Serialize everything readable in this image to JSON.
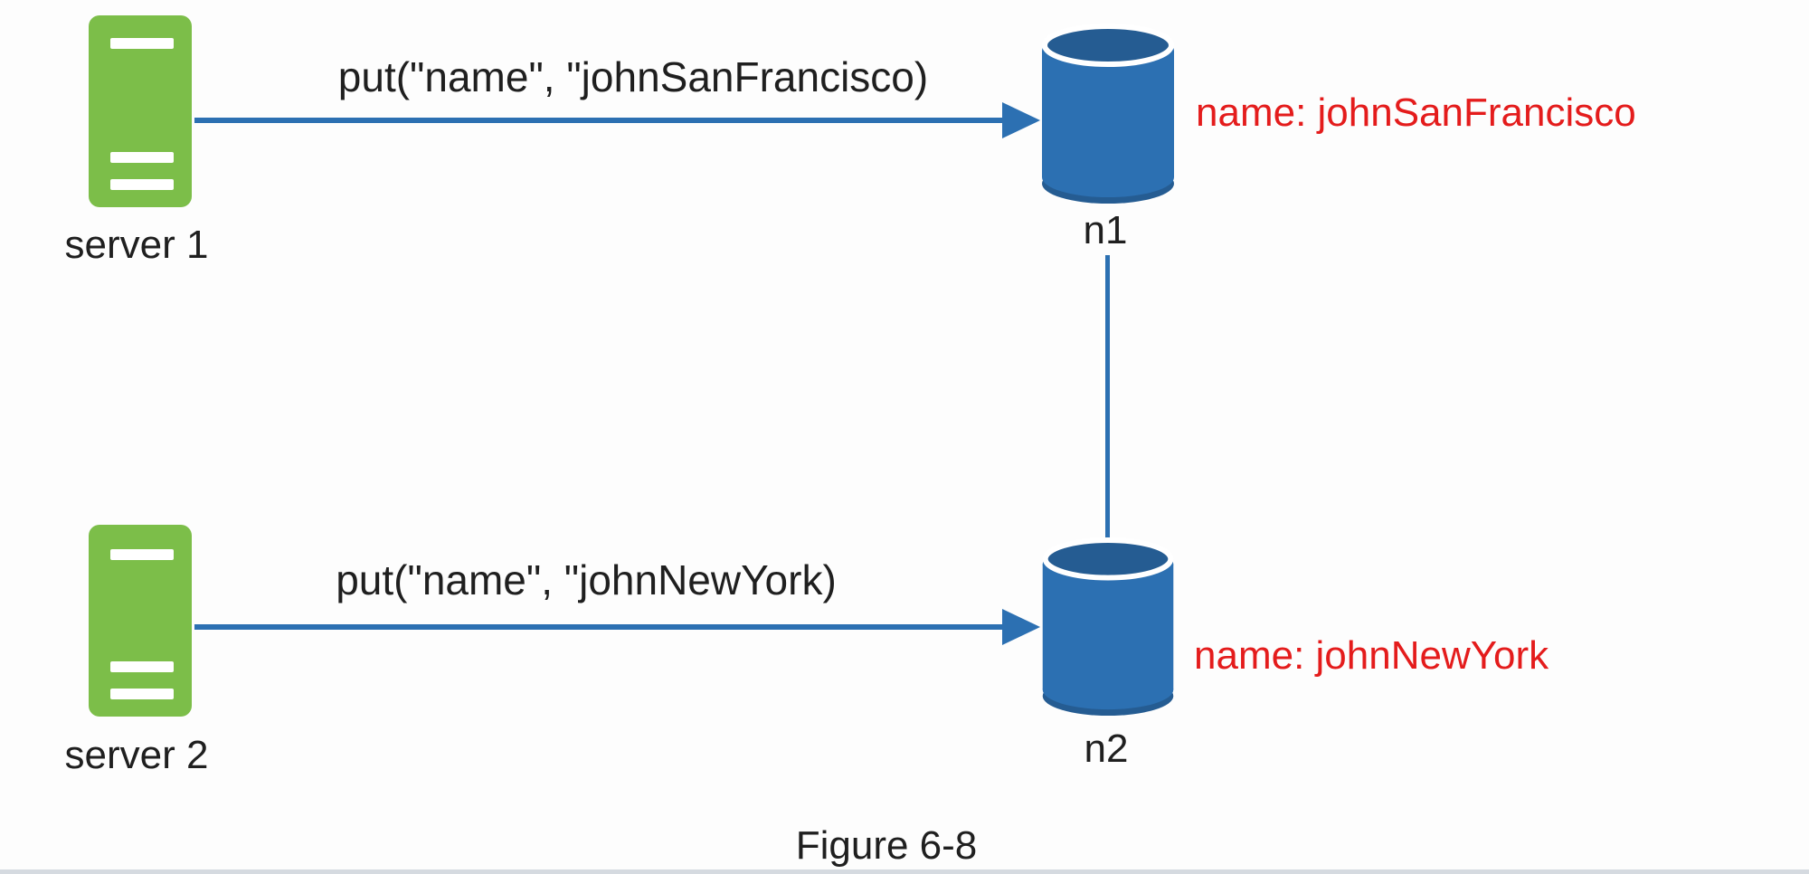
{
  "figure": {
    "caption": "Figure 6-8"
  },
  "colors": {
    "server_green": "#7cbe49",
    "db_blue": "#2c70b2",
    "db_blue_dark": "#255c92",
    "annotation_red": "#e41c1c",
    "text_black": "#1f1f1f"
  },
  "top_flow": {
    "server_label": "server 1",
    "call_label": "put(\"name\", \"johnSanFrancisco)",
    "node_label": "n1",
    "stored_value": "name: johnSanFrancisco"
  },
  "bottom_flow": {
    "server_label": "server 2",
    "call_label": "put(\"name\", \"johnNewYork)",
    "node_label": "n2",
    "stored_value": "name: johnNewYork"
  }
}
